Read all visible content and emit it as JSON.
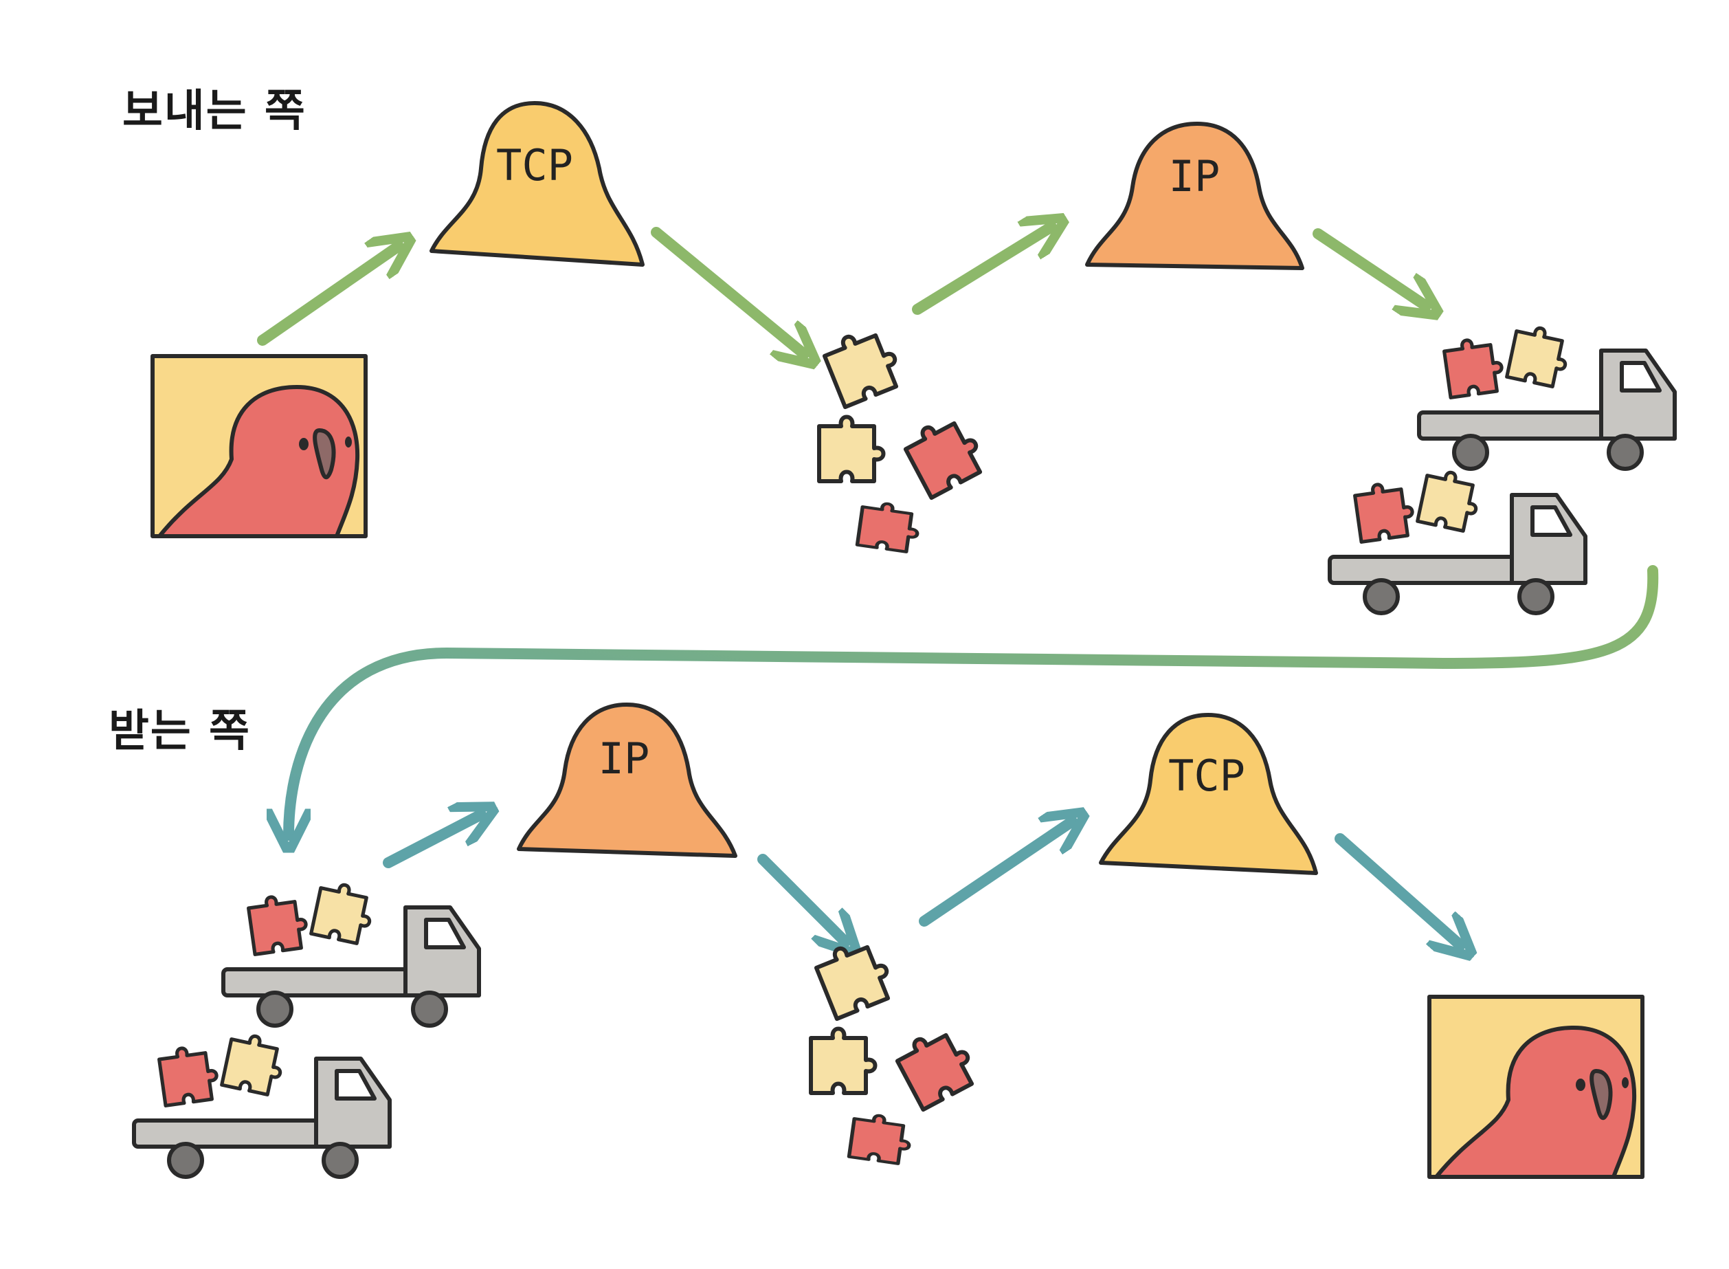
{
  "labels": {
    "sender": "보내는 쪽",
    "receiver": "받는 쪽"
  },
  "sender_row": {
    "protocol_1": "TCP",
    "protocol_2": "IP"
  },
  "receiver_row": {
    "protocol_1": "IP",
    "protocol_2": "TCP"
  },
  "colors": {
    "tcp_bell": "#F9CC6E",
    "ip_bell": "#F5A86A",
    "sender_arrow": "#8DB86A",
    "receiver_arrow": "#5EA3A8",
    "frame_bg": "#F9D98A",
    "bird_red": "#E86F6A",
    "piece_cream": "#F7E1A6",
    "piece_red": "#E8716C",
    "truck_gray": "#C8C6C2"
  },
  "icons": {
    "image_frame": "bird-picture-icon",
    "packets": "puzzle-pieces-icon",
    "vehicle": "truck-icon"
  }
}
